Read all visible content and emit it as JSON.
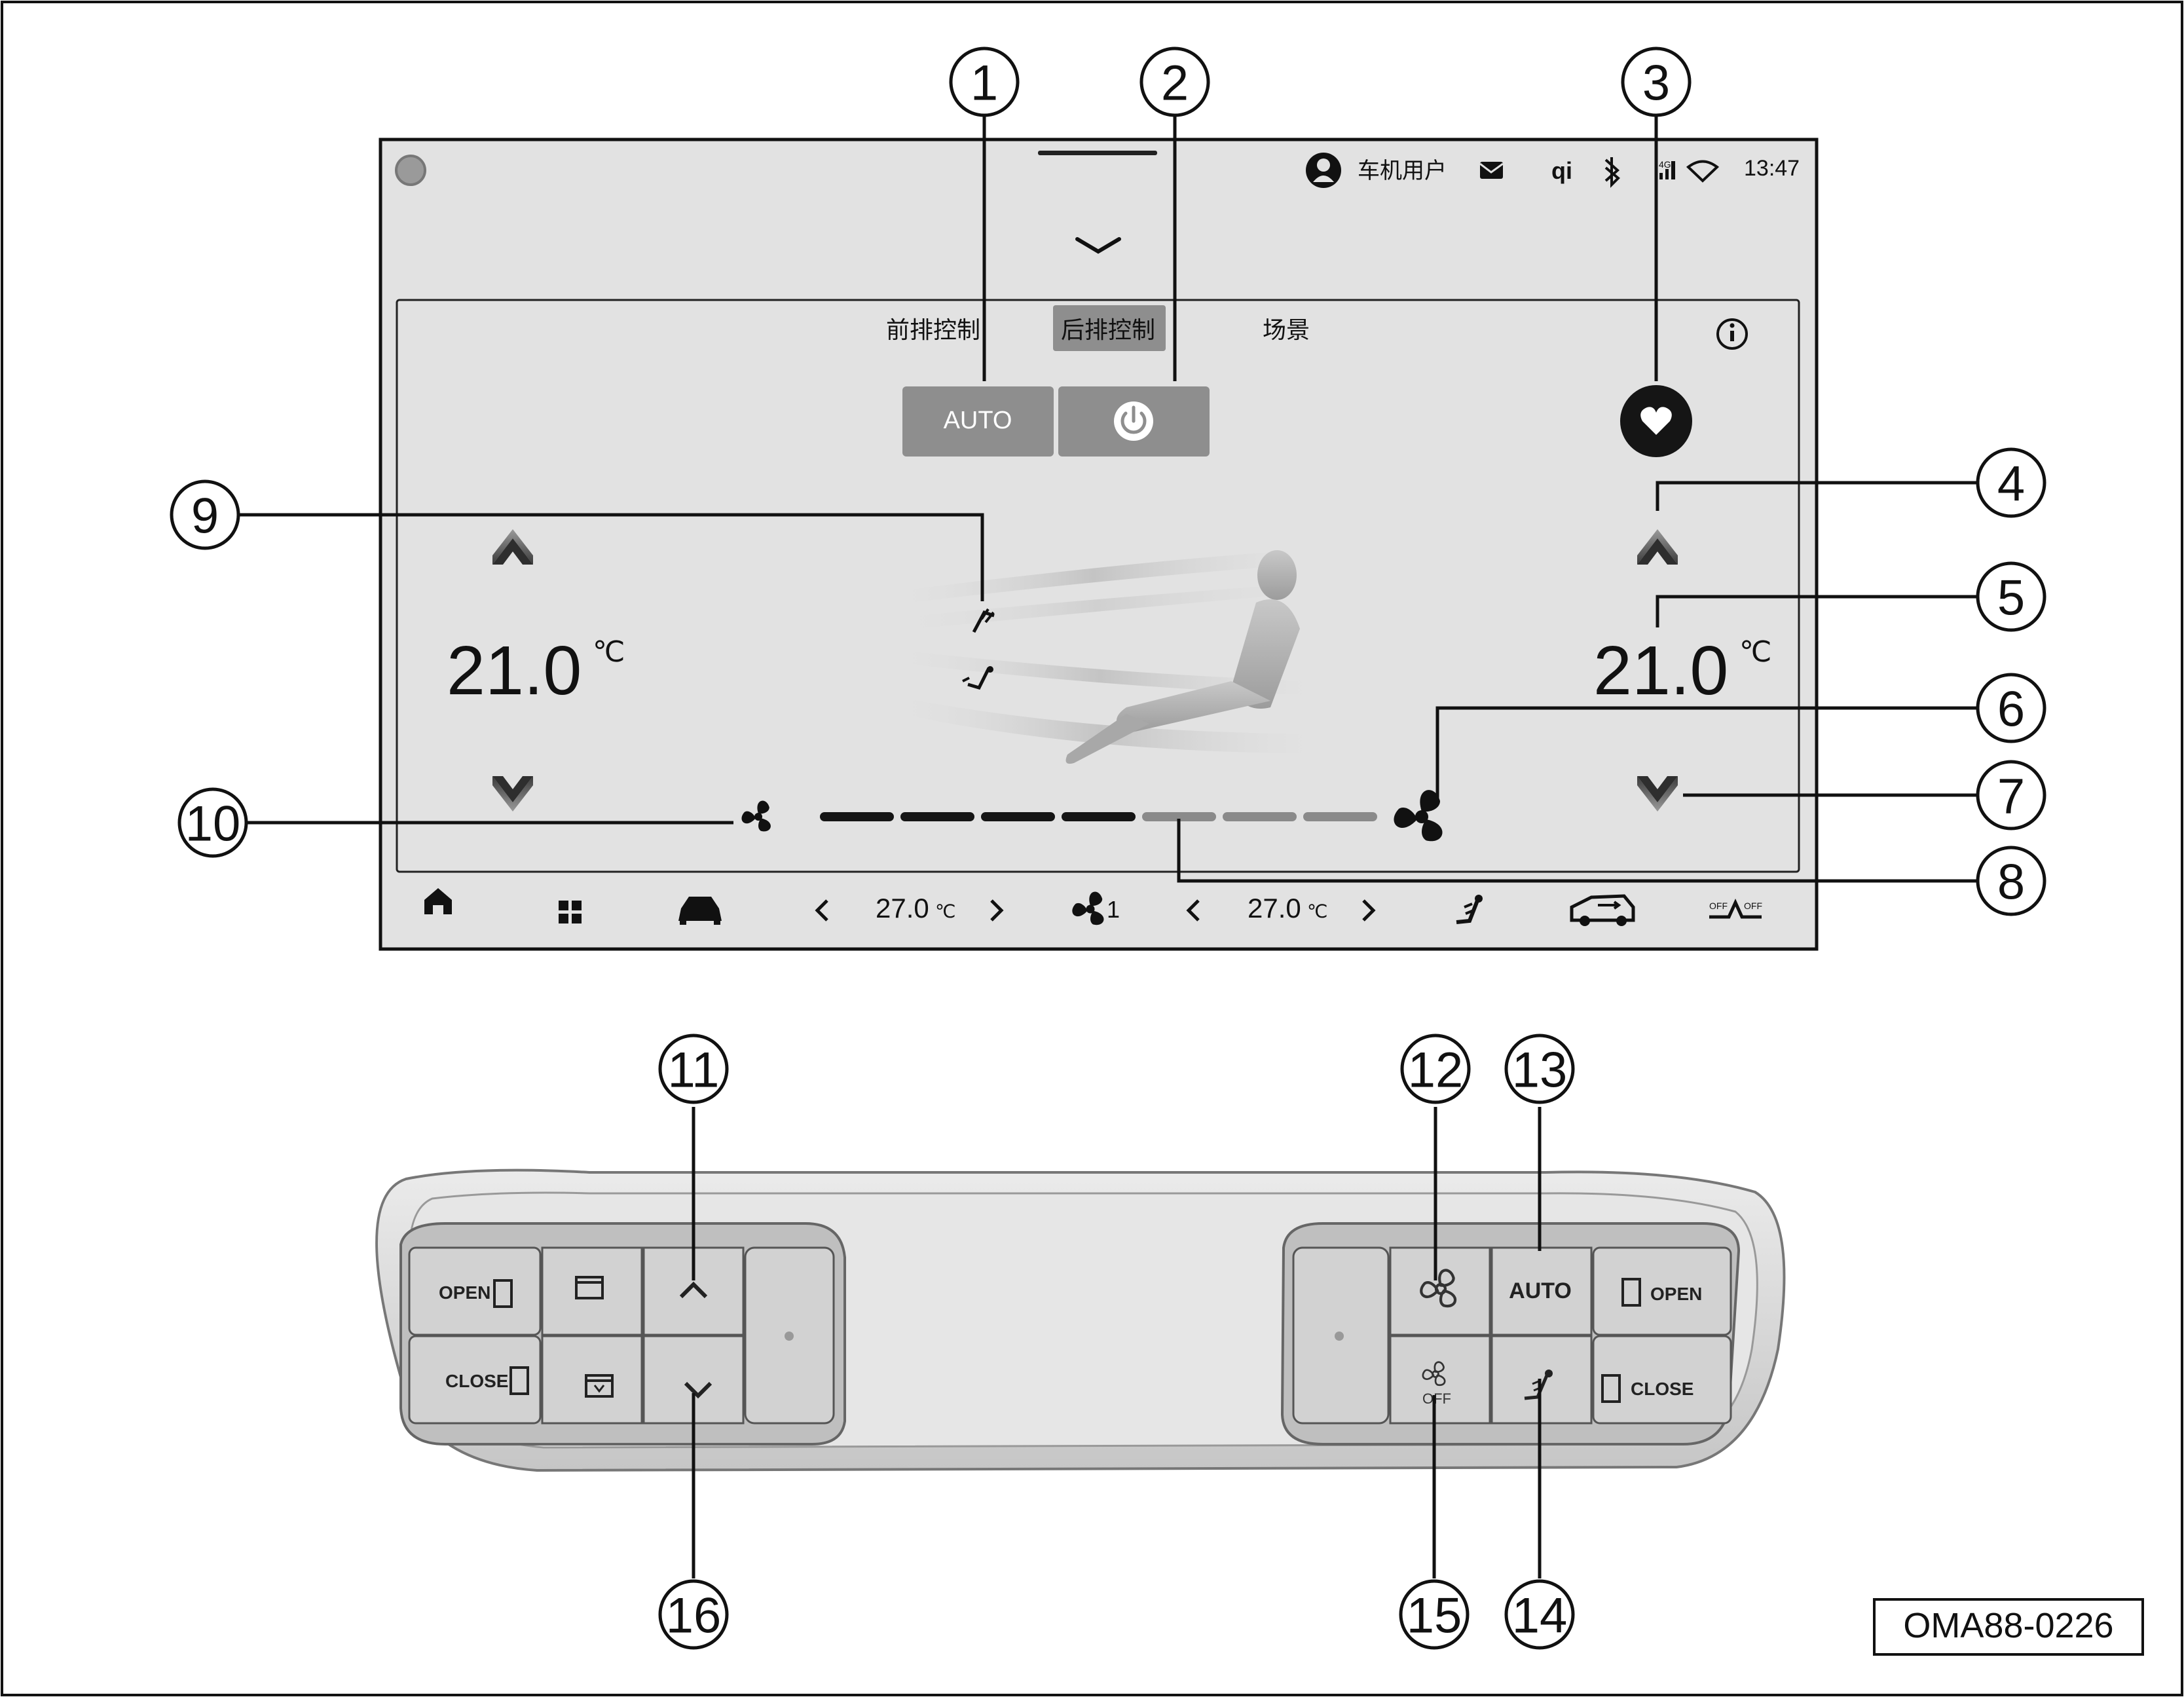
{
  "figure_code": "OMA88-0226",
  "screen": {
    "status_bar": {
      "user_label": "车机用户",
      "time": "13:47",
      "signal_label": "4G"
    },
    "tabs": [
      {
        "label": "前排控制",
        "selected": false
      },
      {
        "label": "后排控制",
        "selected": true
      },
      {
        "label": "场景",
        "selected": false
      }
    ],
    "auto_label": "AUTO",
    "left_temp": {
      "value": "21.0",
      "unit": "℃"
    },
    "right_temp": {
      "value": "21.0",
      "unit": "℃"
    },
    "fan_level": {
      "active": 4,
      "total": 7
    },
    "dock": {
      "left_temp": "27.0",
      "right_temp": "27.0",
      "temp_unit": "℃",
      "fan_speed": "1",
      "defrost_label": "OFF"
    }
  },
  "panel": {
    "left": {
      "open_label": "OPEN",
      "close_label": "CLOSE"
    },
    "right": {
      "auto_label": "AUTO",
      "open_label": "OPEN",
      "close_label": "CLOSE",
      "fan_off_label": "OFF"
    }
  },
  "callouts": [
    "1",
    "2",
    "3",
    "4",
    "5",
    "6",
    "7",
    "8",
    "9",
    "10",
    "11",
    "12",
    "13",
    "14",
    "15",
    "16"
  ],
  "colors": {
    "screen_bg": "#e2e2e2",
    "button_gray": "#8e8e8e",
    "selected_tab": "#8e8e8e",
    "fan_active": "#151515",
    "fan_inactive": "#8a8a8a",
    "panel_gray": "#d6d6d6",
    "panel_button": "#cfcfcf"
  }
}
